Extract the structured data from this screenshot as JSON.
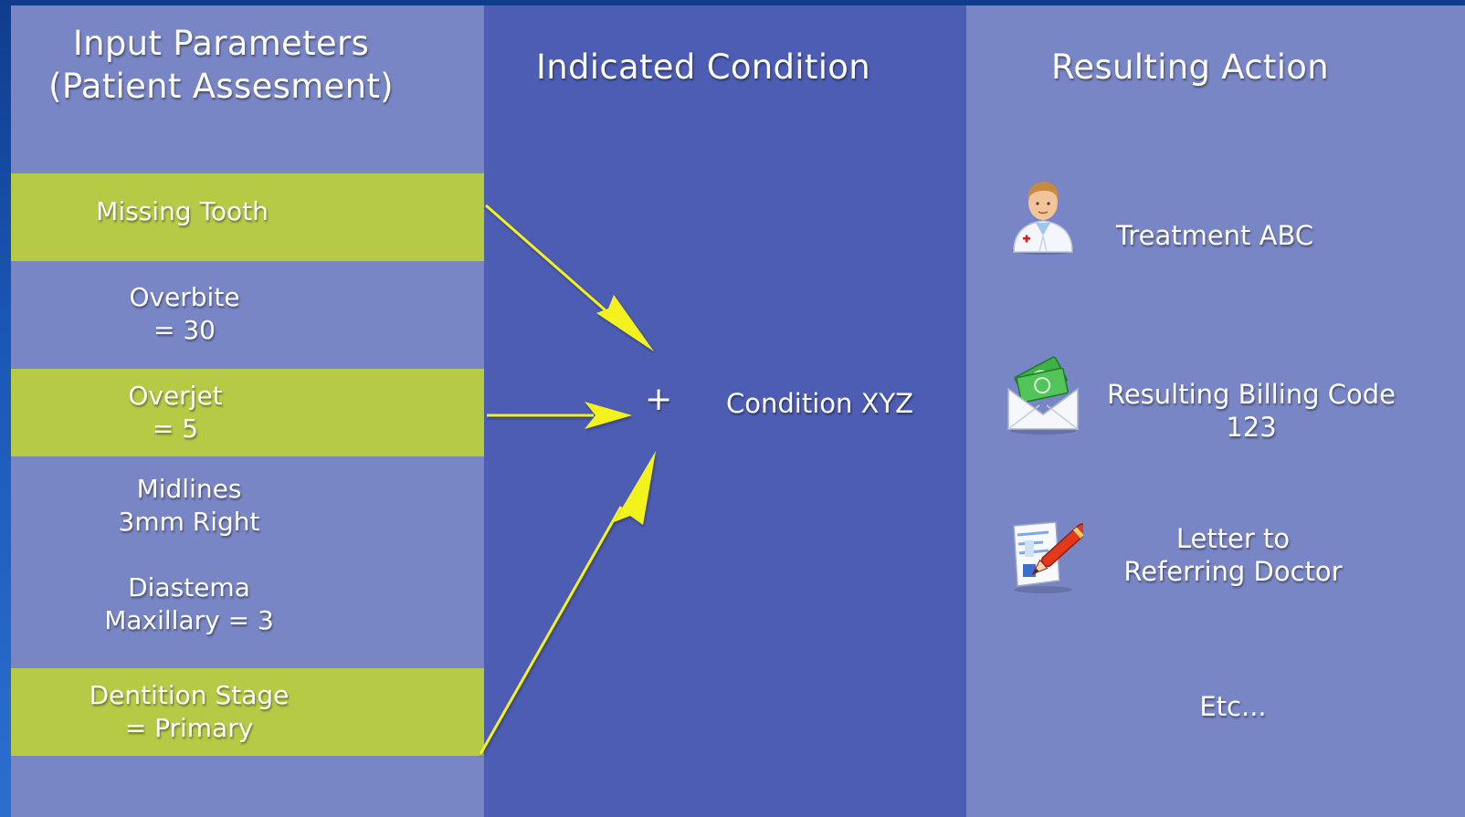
{
  "columns": {
    "inputs": {
      "title_line1": "Input Parameters",
      "title_line2": "(Patient Assesment)"
    },
    "condition": {
      "title": "Indicated Condition"
    },
    "action": {
      "title": "Resulting Action"
    }
  },
  "parameters": [
    {
      "line1": "Missing Tooth",
      "highlighted": true
    },
    {
      "line1": "Overbite",
      "line2": "= 30",
      "highlighted": false
    },
    {
      "line1": "Overjet",
      "line2": "= 5",
      "highlighted": true
    },
    {
      "line1": "Midlines",
      "line2": "3mm Right",
      "highlighted": false
    },
    {
      "line1": "Diastema",
      "line2": "Maxillary = 3",
      "highlighted": false
    },
    {
      "line1": "Dentition Stage",
      "line2": "= Primary",
      "highlighted": true
    }
  ],
  "condition": {
    "operator": "+",
    "label": "Condition XYZ"
  },
  "actions": [
    {
      "icon": "doctor-icon",
      "line1": "Treatment ABC"
    },
    {
      "icon": "billing-envelope-icon",
      "line1": "Resulting Billing Code",
      "line2": "123"
    },
    {
      "icon": "letter-pen-icon",
      "line1": "Letter to",
      "line2": "Referring Doctor"
    },
    {
      "line1": "Etc..."
    }
  ],
  "colors": {
    "panel_light": "#7986c6",
    "panel_dark": "#4d5db3",
    "highlight": "#b6ca45",
    "arrow": "#f3f21a",
    "background": "#1a57b5"
  }
}
